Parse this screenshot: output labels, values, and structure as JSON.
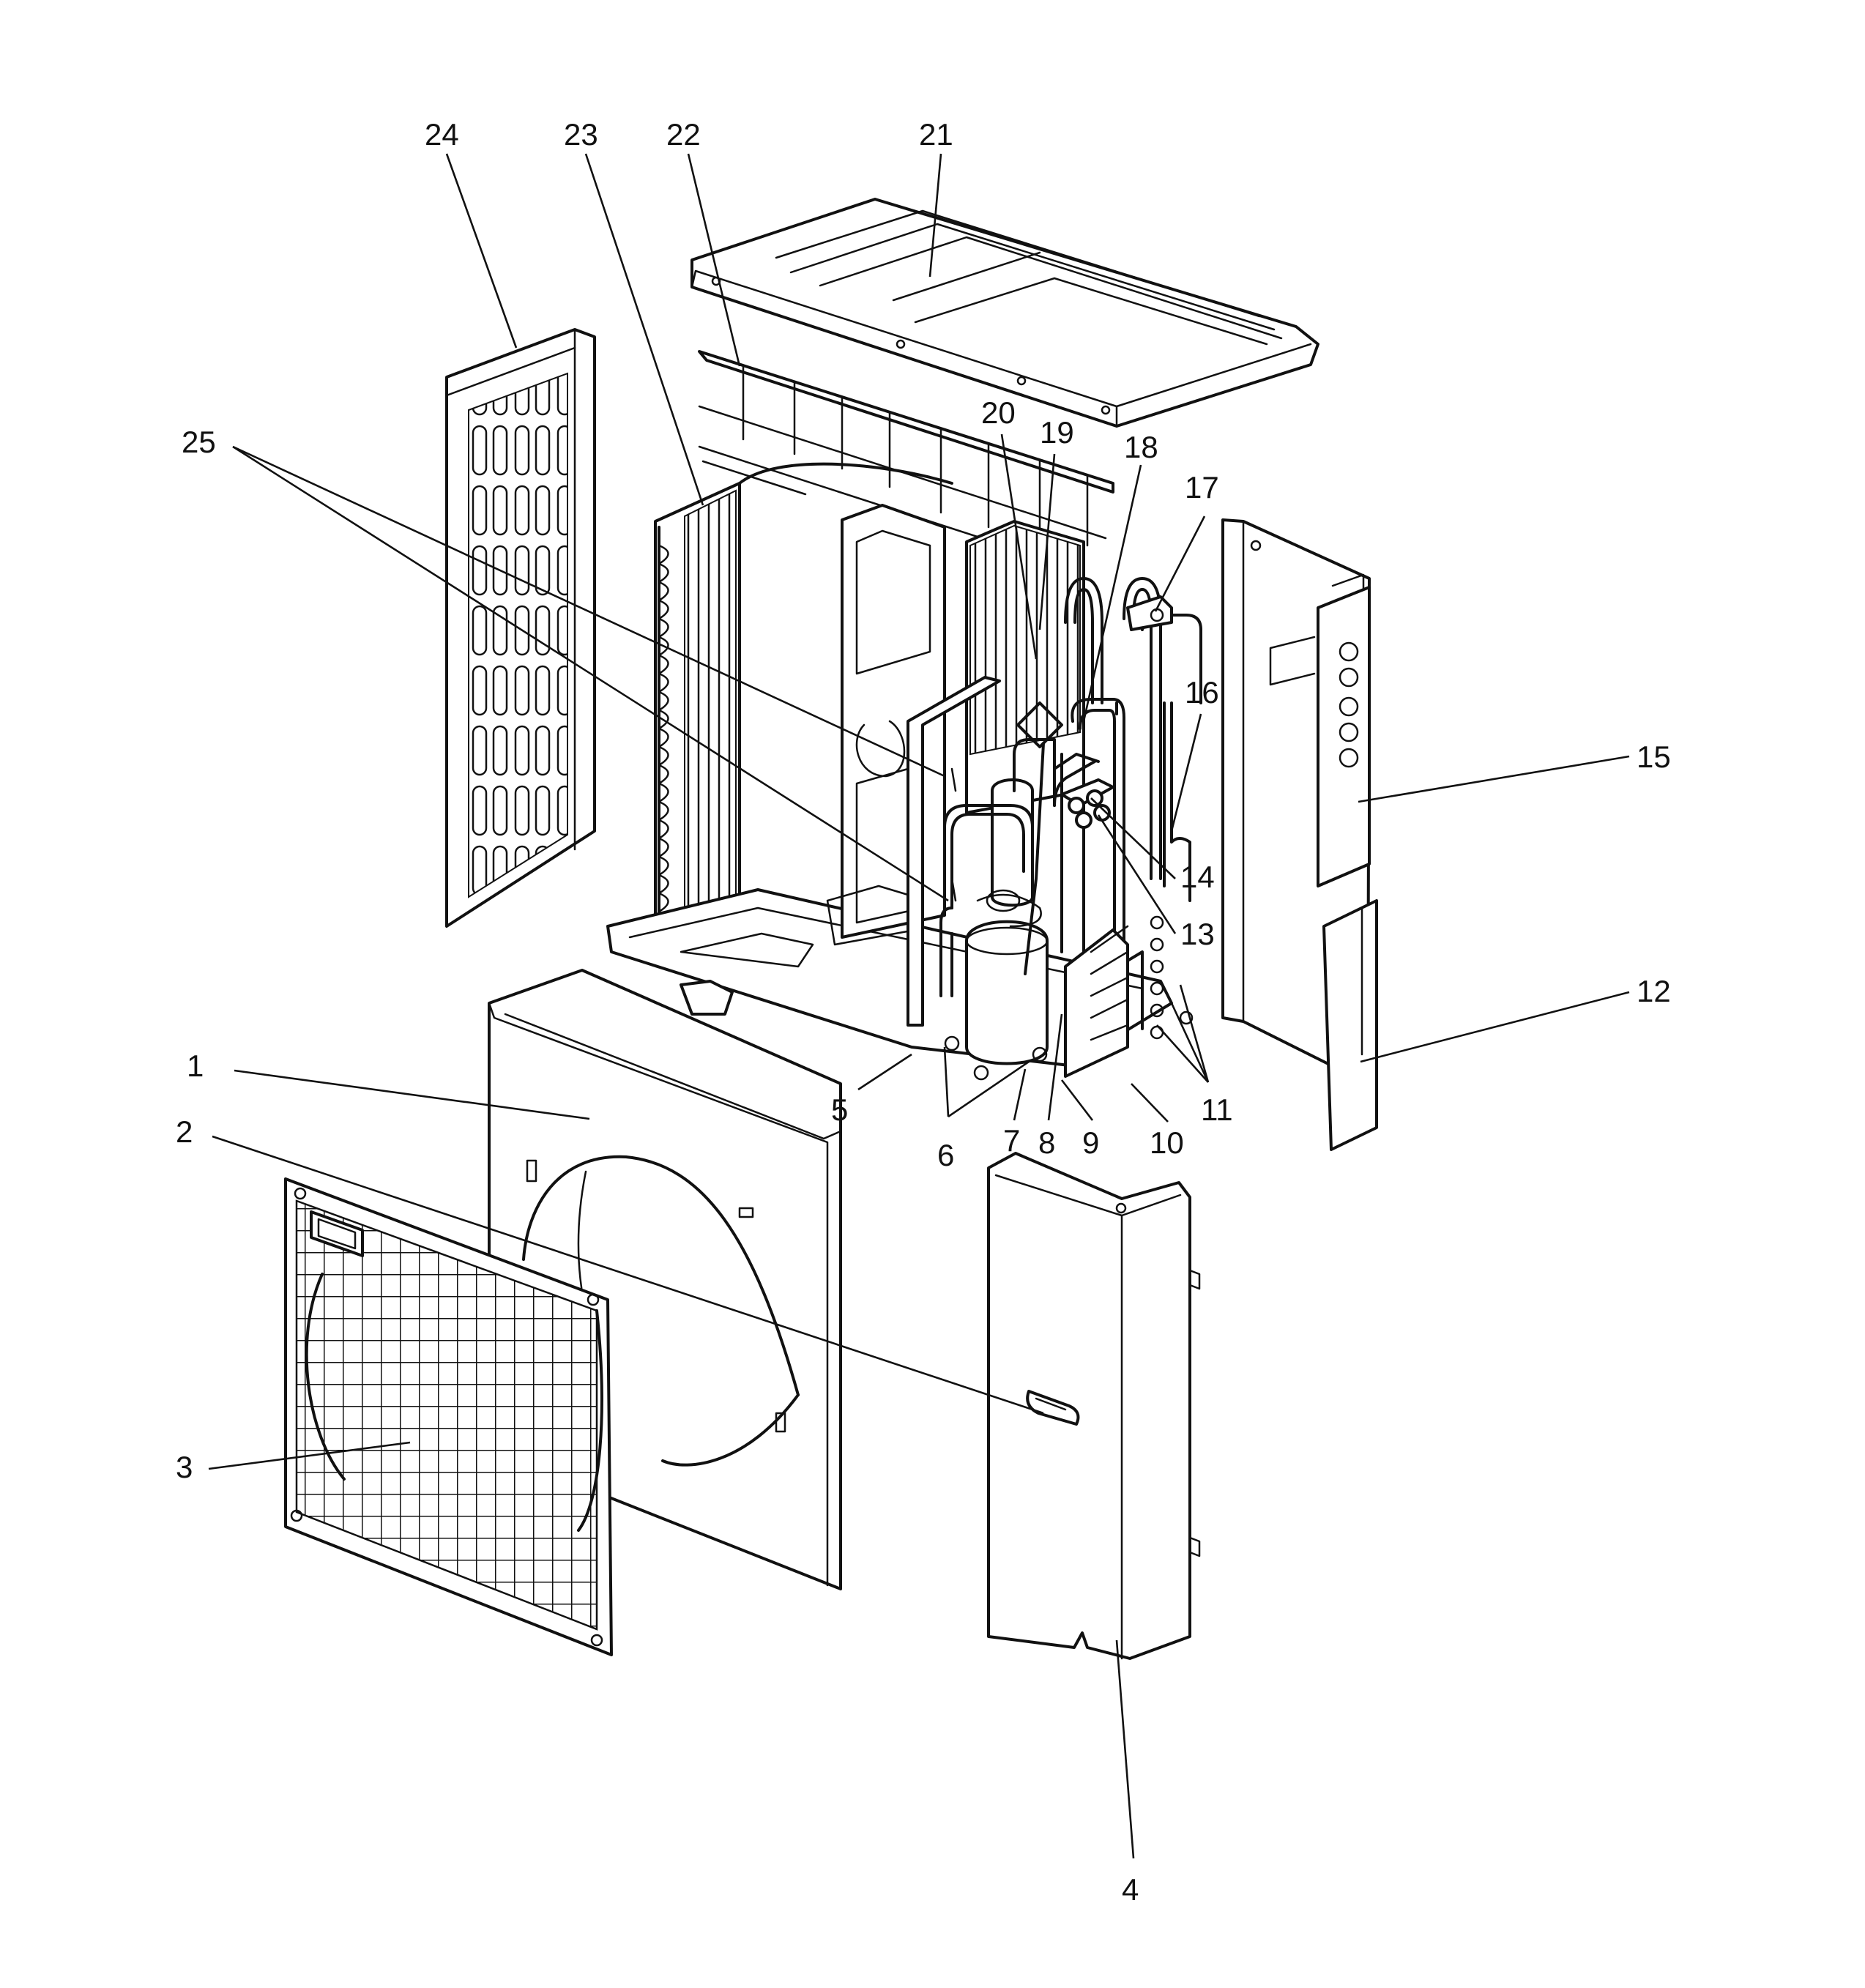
{
  "callouts": [
    {
      "id": "1",
      "text": "1"
    },
    {
      "id": "2",
      "text": "2"
    },
    {
      "id": "3",
      "text": "3"
    },
    {
      "id": "4",
      "text": "4"
    },
    {
      "id": "5",
      "text": "5"
    },
    {
      "id": "6",
      "text": "6"
    },
    {
      "id": "7",
      "text": "7"
    },
    {
      "id": "8",
      "text": "8"
    },
    {
      "id": "9",
      "text": "9"
    },
    {
      "id": "10",
      "text": "10"
    },
    {
      "id": "11",
      "text": "11"
    },
    {
      "id": "12",
      "text": "12"
    },
    {
      "id": "13",
      "text": "13"
    },
    {
      "id": "14",
      "text": "14"
    },
    {
      "id": "15",
      "text": "15"
    },
    {
      "id": "16",
      "text": "16"
    },
    {
      "id": "17",
      "text": "17"
    },
    {
      "id": "18",
      "text": "18"
    },
    {
      "id": "19",
      "text": "19"
    },
    {
      "id": "20",
      "text": "20"
    },
    {
      "id": "21",
      "text": "21"
    },
    {
      "id": "22",
      "text": "22"
    },
    {
      "id": "23",
      "text": "23"
    },
    {
      "id": "24",
      "text": "24"
    },
    {
      "id": "25",
      "text": "25"
    }
  ],
  "colors": {
    "line": "#111111",
    "background": "#ffffff"
  }
}
